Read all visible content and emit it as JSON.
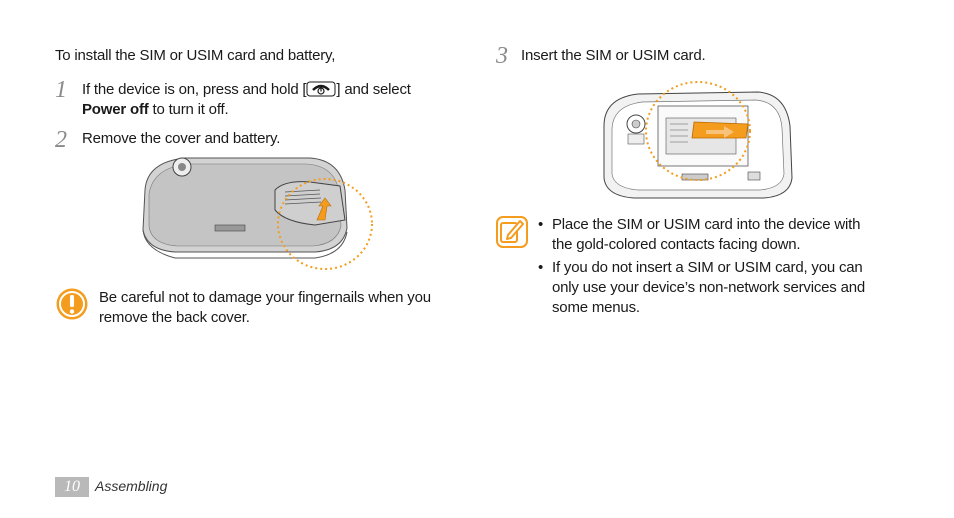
{
  "left": {
    "intro": "To install the SIM or USIM card and battery,",
    "step1": {
      "number": "1",
      "text_before": "If the device is on, press and hold [",
      "text_after": "] and select",
      "bold": "Power off",
      "text_end": " to turn it off."
    },
    "step2": {
      "number": "2",
      "text": "Remove the cover and battery."
    },
    "caution": {
      "line1": "Be careful not to damage your fingernails when you",
      "line2": "remove the back cover."
    }
  },
  "right": {
    "step3": {
      "number": "3",
      "text": "Insert the SIM or USIM card."
    },
    "notes": [
      {
        "bullet": "•",
        "line1": "Place the SIM or USIM card into the device with",
        "line2": "the gold-colored contacts facing down."
      },
      {
        "bullet": "•",
        "line1": "If you do not insert a SIM or USIM card, you can",
        "line2": "only use your device’s non-network services and",
        "line3": "some menus."
      }
    ]
  },
  "footer": {
    "page_number": "10",
    "section": "Assembling"
  },
  "colors": {
    "accent_orange": "#f39c1e",
    "step_gray": "#8a8a8a",
    "footer_gray": "#b9b9b9"
  },
  "icons": {
    "end_key": "power-end-key-icon",
    "caution": "caution-icon",
    "note": "note-pencil-icon"
  }
}
